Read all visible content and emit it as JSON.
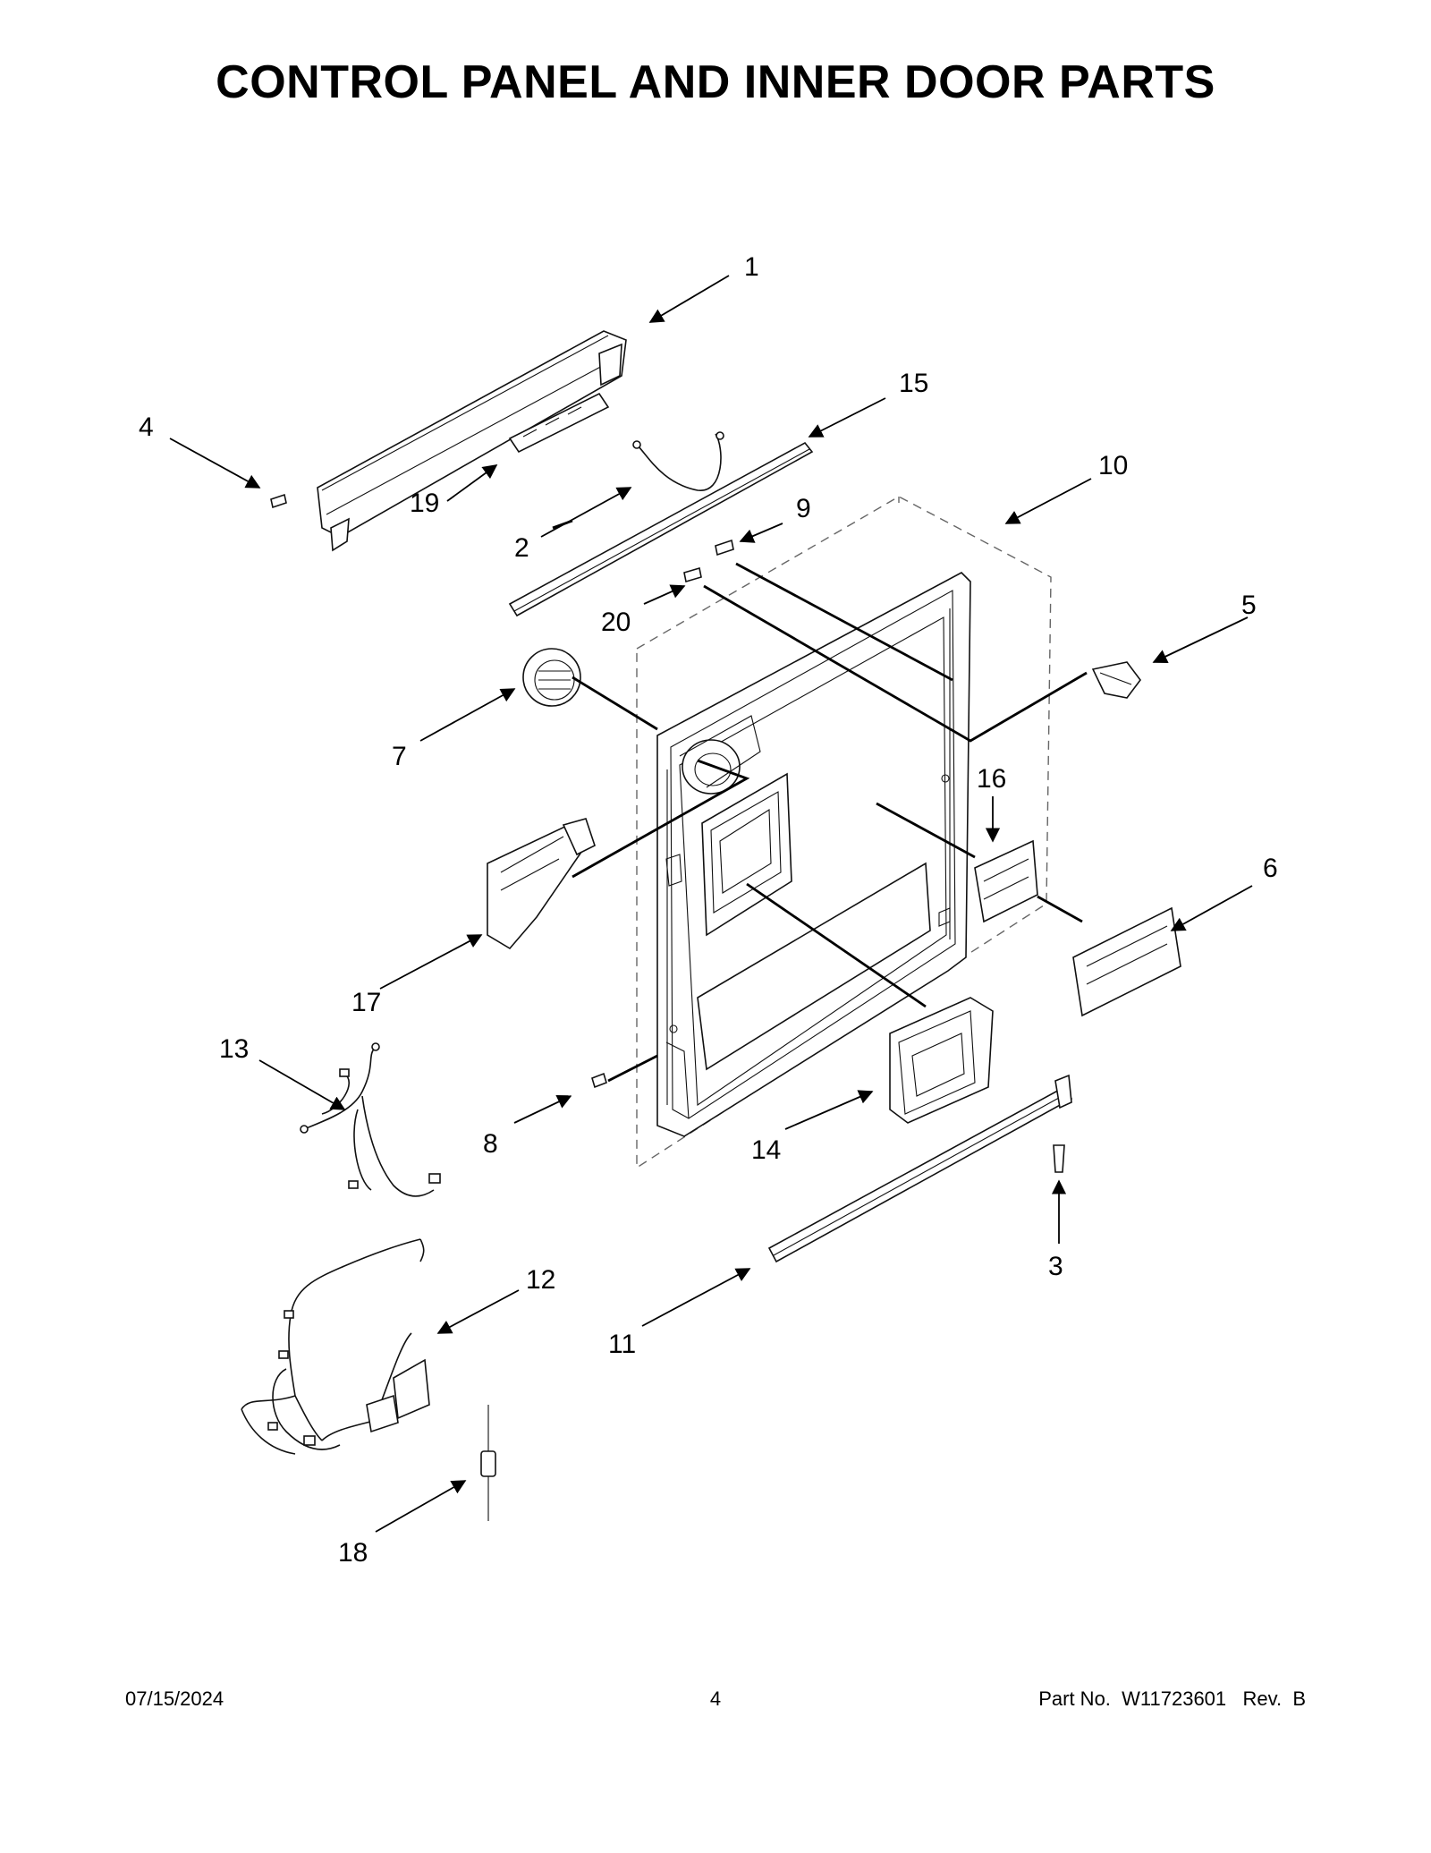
{
  "title": "CONTROL PANEL AND INNER DOOR PARTS",
  "footer": {
    "date": "07/15/2024",
    "page": "4",
    "part": "Part No.  W11723601   Rev.  B"
  },
  "callouts": {
    "c1": "1",
    "c2": "2",
    "c3": "3",
    "c4": "4",
    "c5": "5",
    "c6": "6",
    "c7": "7",
    "c8": "8",
    "c9": "9",
    "c10": "10",
    "c11": "11",
    "c12": "12",
    "c13": "13",
    "c14": "14",
    "c15": "15",
    "c16": "16",
    "c17": "17",
    "c18": "18",
    "c19": "19",
    "c20": "20"
  }
}
